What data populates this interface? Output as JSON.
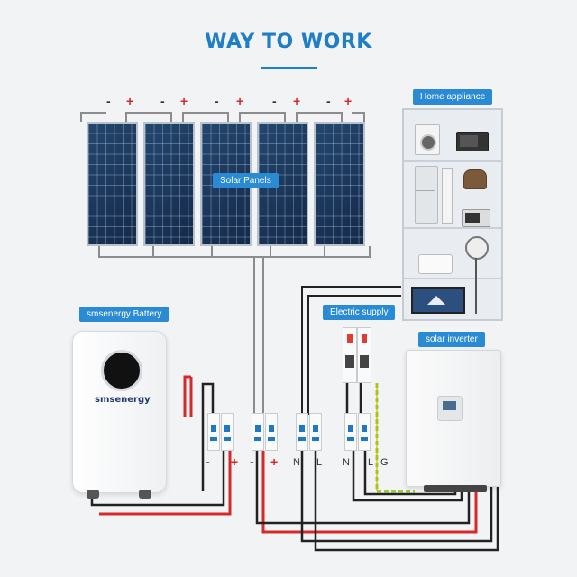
{
  "header": {
    "title": "WAY TO WORK"
  },
  "labels": {
    "solar_panels": "Solar Panels",
    "home_appliance": "Home appliance",
    "battery": "smsenergy Battery",
    "electric_supply": "Electric supply",
    "inverter": "solar inverter"
  },
  "battery": {
    "brand_text": "smsenergy"
  },
  "panel_terminals": [
    "-",
    "+",
    "-",
    "+",
    "-",
    "+",
    "-",
    "+",
    "-",
    "+"
  ],
  "breaker_terminals": {
    "battery_minus": "-",
    "battery_plus": "+",
    "pv_minus": "-",
    "pv_plus": "+",
    "supply_n": "N",
    "supply_l": "L",
    "out_n": "N",
    "out_l": "L",
    "ground": "G"
  },
  "colors": {
    "accent": "#1f7fc6",
    "tag_bg": "#2a8ad3",
    "wire_positive": "#d62a2a",
    "wire_negative": "#222222",
    "wire_ground": "#9acd32",
    "wire_pv": "#8c8c8c"
  }
}
